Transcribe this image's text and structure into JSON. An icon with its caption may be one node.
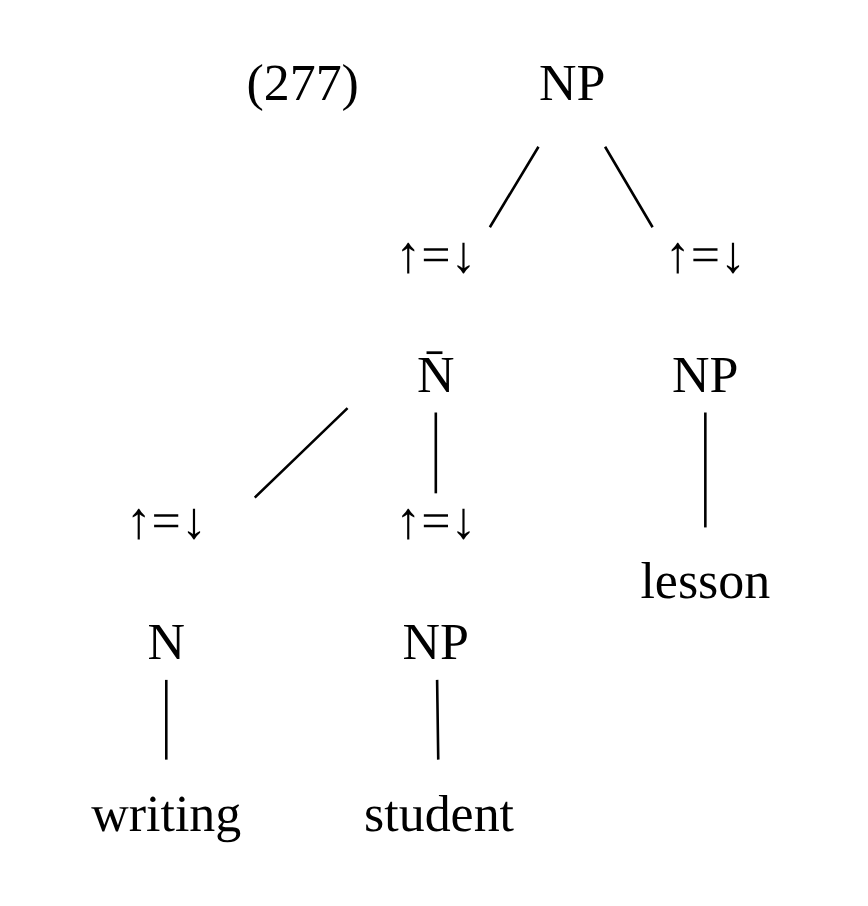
{
  "diagram": {
    "nodes": [
      {
        "text": [
          "NP"
        ]
      },
      {
        "text": [
          "↑=↓",
          "N̄"
        ]
      },
      {
        "text": [
          "↑=↓",
          "NP"
        ]
      },
      {
        "text": [
          "↑=↓",
          "N"
        ]
      },
      {
        "text": [
          "↑=↓",
          "NP"
        ]
      },
      {
        "text": [
          "writing"
        ]
      },
      {
        "text": [
          "student"
        ]
      },
      {
        "text": [
          "lesson"
        ]
      }
    ],
    "edges": [
      {
        "from": 0,
        "to": 1,
        "arrow": "none"
      },
      {
        "from": 0,
        "to": 2,
        "arrow": "none"
      },
      {
        "from": 1,
        "to": 3,
        "arrow": "none"
      },
      {
        "from": 1,
        "to": 4,
        "arrow": "none"
      },
      {
        "from": 3,
        "to": 5,
        "arrow": "none"
      },
      {
        "from": 4,
        "to": 6,
        "arrow": "none"
      },
      {
        "from": 2,
        "to": 7,
        "arrow": "none"
      }
    ],
    "labels": [
      "(277)"
    ]
  }
}
